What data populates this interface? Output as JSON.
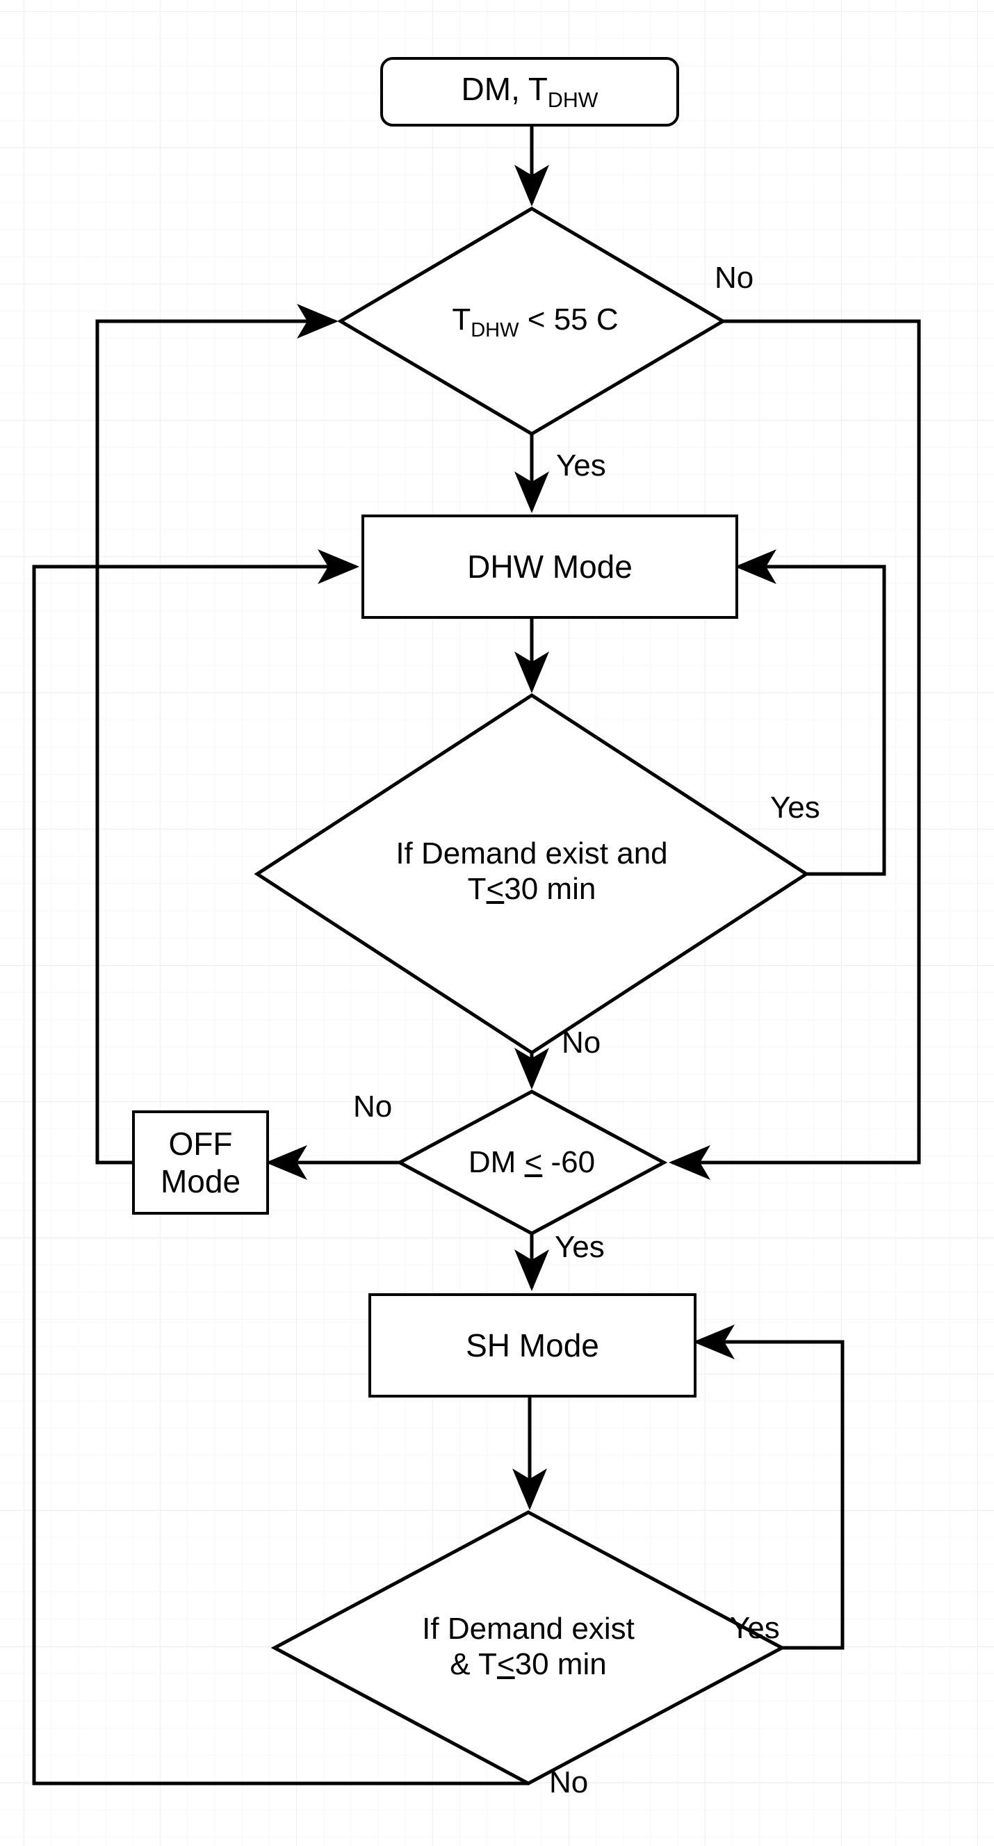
{
  "diagram": {
    "title": "Heat pump operating mode control flowchart",
    "background": "#ffffff",
    "grid_color": "#f0f0f0",
    "line_color": "#000000",
    "node_fill": "#ffffff",
    "text_color": "#000000"
  },
  "nodes": {
    "start": {
      "type": "terminator",
      "label_main": "DM, T",
      "label_sub": "DHW"
    },
    "decision_dhw_temp": {
      "type": "decision",
      "label_main": "T",
      "label_sub": "DHW",
      "label_rest": " < 55 C"
    },
    "dhw_mode": {
      "type": "process",
      "label": "DHW Mode"
    },
    "decision_dhw_demand": {
      "type": "decision",
      "line1": "If Demand exist and",
      "line2_pre": "T",
      "line2_op": "<",
      "line2_post": "30 min"
    },
    "off_mode": {
      "type": "process",
      "line1": "OFF",
      "line2": "Mode"
    },
    "decision_dm": {
      "type": "decision",
      "label_pre": "DM ",
      "label_op": "<",
      "label_post": " -60"
    },
    "sh_mode": {
      "type": "process",
      "label": "SH Mode"
    },
    "decision_sh_demand": {
      "type": "decision",
      "line1": "If Demand exist",
      "line2_pre": "& T",
      "line2_op": "<",
      "line2_post": "30 min"
    }
  },
  "edge_labels": {
    "dhw_temp_no": "No",
    "dhw_temp_yes": "Yes",
    "dhw_demand_yes": "Yes",
    "dhw_demand_no": "No",
    "dm_no": "No",
    "dm_yes": "Yes",
    "sh_demand_yes": "Yes",
    "sh_demand_no": "No"
  },
  "flow": {
    "edges": [
      {
        "from": "start",
        "to": "decision_dhw_temp",
        "label": ""
      },
      {
        "from": "decision_dhw_temp",
        "to": "dhw_mode",
        "label": "Yes"
      },
      {
        "from": "decision_dhw_temp",
        "to": "decision_dm",
        "label": "No"
      },
      {
        "from": "dhw_mode",
        "to": "decision_dhw_demand",
        "label": ""
      },
      {
        "from": "decision_dhw_demand",
        "to": "dhw_mode",
        "label": "Yes"
      },
      {
        "from": "decision_dhw_demand",
        "to": "decision_dm",
        "label": "No"
      },
      {
        "from": "decision_dm",
        "to": "off_mode",
        "label": "No"
      },
      {
        "from": "decision_dm",
        "to": "sh_mode",
        "label": "Yes"
      },
      {
        "from": "off_mode",
        "to": "decision_dhw_temp",
        "label": ""
      },
      {
        "from": "sh_mode",
        "to": "decision_sh_demand",
        "label": ""
      },
      {
        "from": "decision_sh_demand",
        "to": "sh_mode",
        "label": "Yes"
      },
      {
        "from": "decision_sh_demand",
        "to": "dhw_mode",
        "label": "No"
      }
    ]
  }
}
